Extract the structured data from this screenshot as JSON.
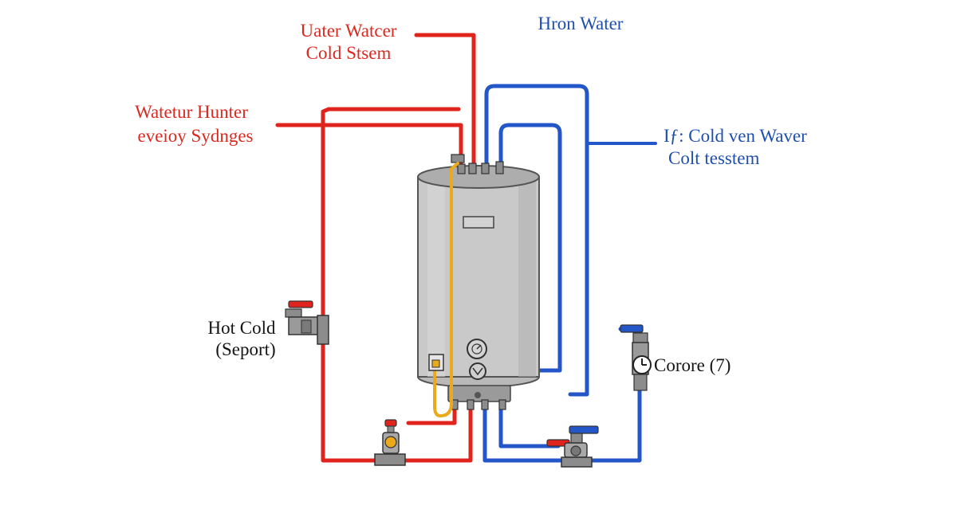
{
  "colors": {
    "hot_pipe": "#e0241d",
    "cold_pipe": "#2356c8",
    "gas_line": "#eba91c",
    "tank_body": "#c9c9c9",
    "fitting": "#8c8c8c",
    "label_red": "#d92a22",
    "label_blue": "#1f4fae",
    "label_black": "#151515"
  },
  "labels": {
    "top_red": [
      "Uater Watcer",
      "Cold Stsem"
    ],
    "top_blue": [
      "Hron Water"
    ],
    "left_red": [
      "Watetur Hunter",
      "eveioy Sydnges"
    ],
    "right_blue": [
      "Iƒ: Cold ven Waver",
      "Colt tesstem"
    ],
    "left_black": [
      "Hot Cold",
      "(Seport)"
    ],
    "right_black": [
      "Corore (7)"
    ]
  },
  "icons": {
    "tank": "water-heater-tank-icon",
    "pressure_gauge": "pressure-gauge-icon",
    "temperature_dial": "temperature-dial-icon",
    "thermostat": "thermostat-control-icon",
    "valve": "valve-icon",
    "clock": "clock-icon"
  }
}
